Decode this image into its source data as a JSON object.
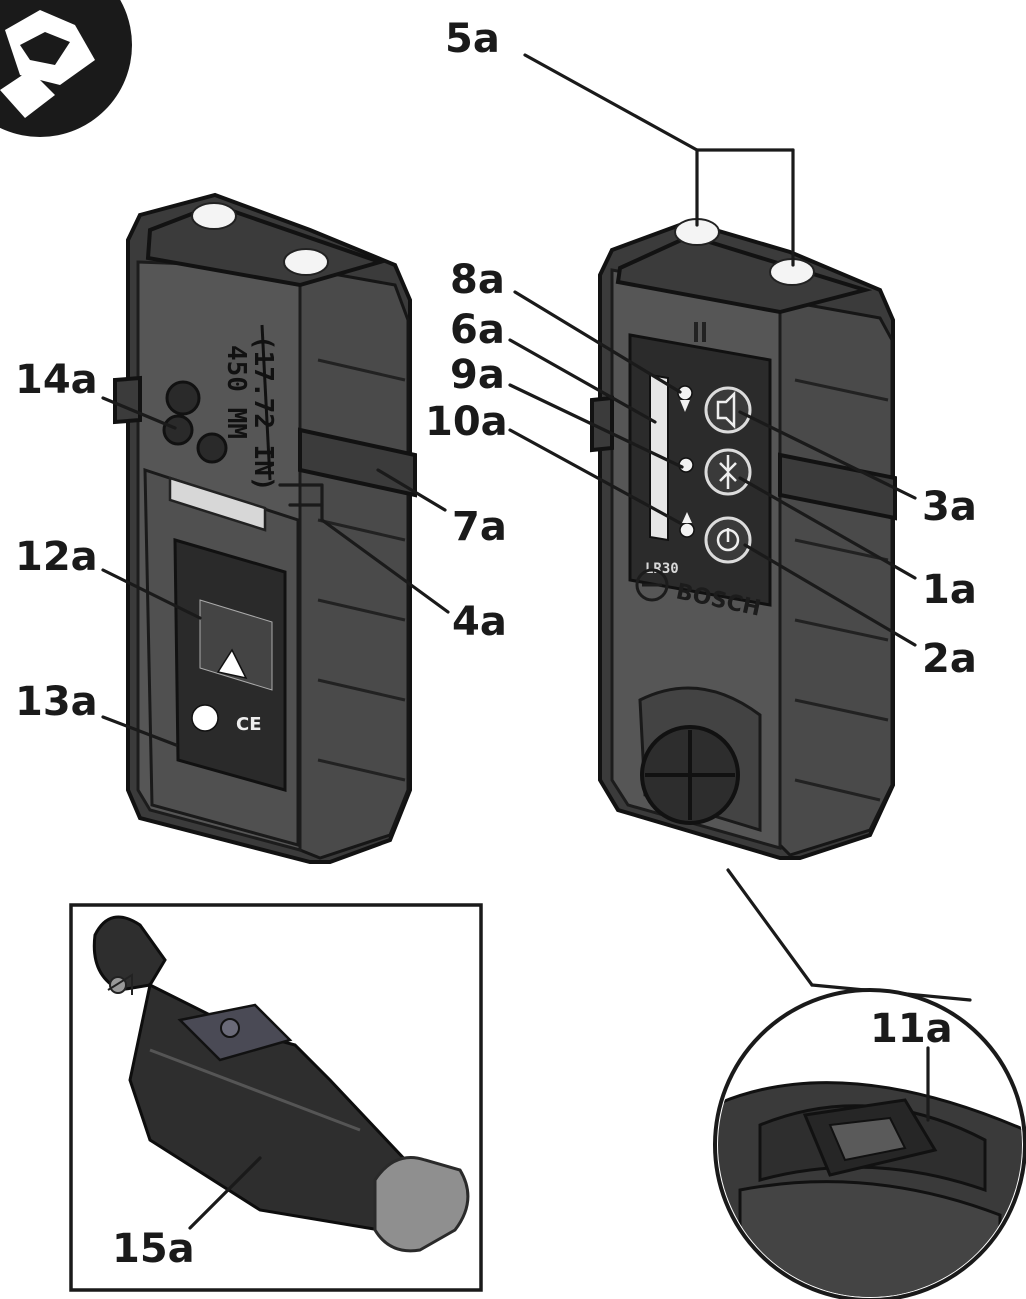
{
  "callouts": {
    "c5a": "5a",
    "c8a": "8a",
    "c6a": "6a",
    "c9a": "9a",
    "c10a": "10a",
    "c14a": "14a",
    "c7a": "7a",
    "c3a": "3a",
    "c1a": "1a",
    "c2a": "2a",
    "c12a": "12a",
    "c4a": "4a",
    "c13a": "13a",
    "c11a": "11a",
    "c15a": "15a"
  },
  "device": {
    "brand": "BOSCH",
    "model": "LR30",
    "scale_inches": "(17.72 IN)",
    "scale_mm": "450 MM"
  },
  "colors": {
    "housing": "#3b3b3b",
    "sensor": "#e4e4e4",
    "ink": "#1a1a1a"
  },
  "icons": [
    "book-manual-icon",
    "speaker-icon",
    "arrows-icon",
    "power-icon"
  ]
}
